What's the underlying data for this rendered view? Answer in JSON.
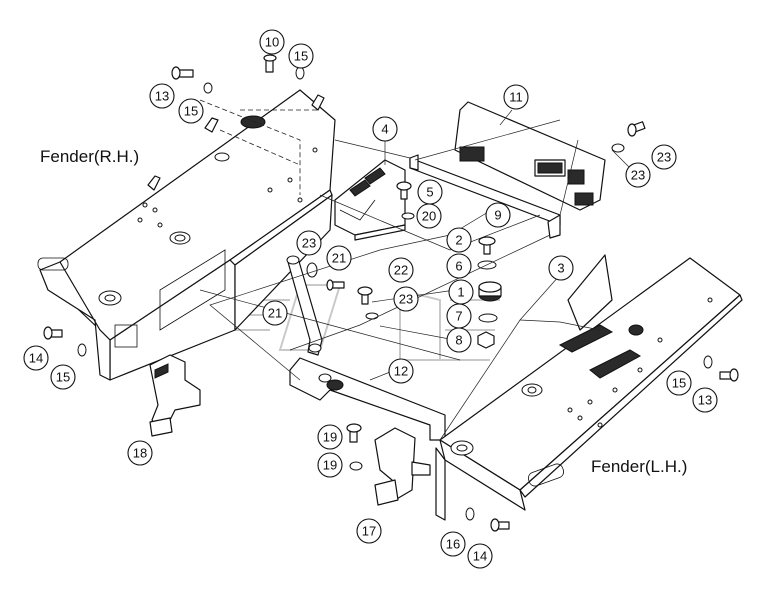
{
  "labels": {
    "fender_rh": "Fender(R.H.)",
    "fender_lh": "Fender(L.H.)"
  },
  "callouts": [
    "1",
    "2",
    "3",
    "4",
    "5",
    "6",
    "7",
    "8",
    "9",
    "10",
    "11",
    "12",
    "13",
    "13",
    "14",
    "14",
    "15",
    "15",
    "15",
    "15",
    "16",
    "17",
    "18",
    "19",
    "19",
    "20",
    "21",
    "21",
    "22",
    "23",
    "23",
    "23"
  ]
}
